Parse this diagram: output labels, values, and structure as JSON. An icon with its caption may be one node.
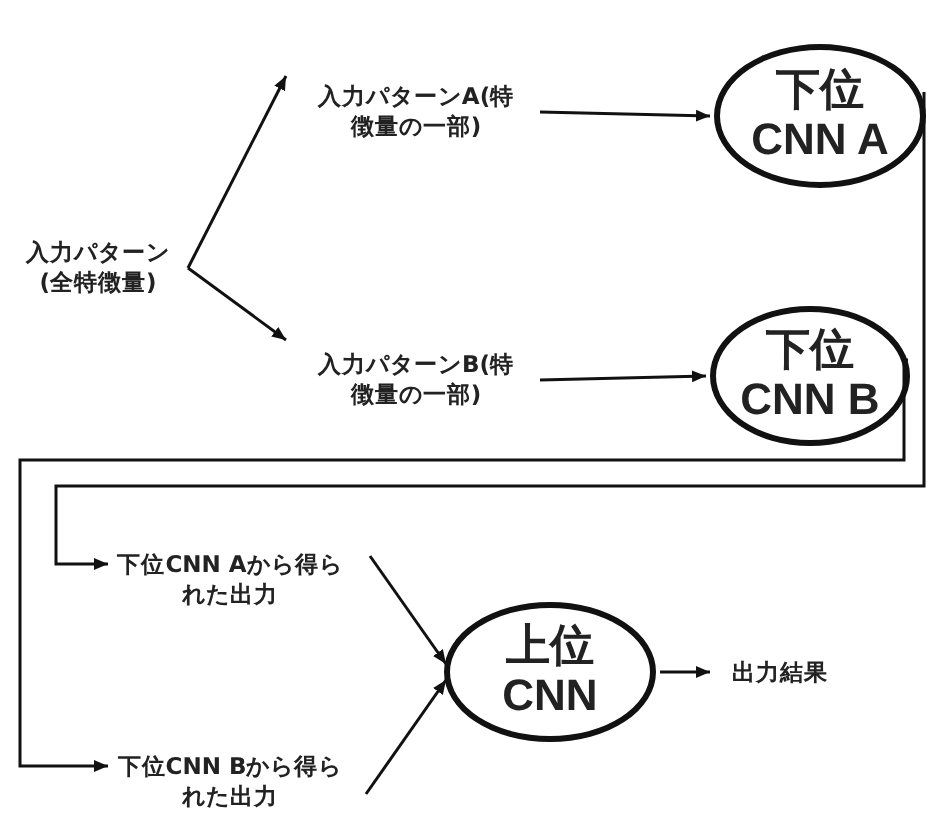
{
  "diagram": {
    "nodes": [
      {
        "text": [
          "入力パターン(全特徴量)"
        ]
      },
      {
        "text": [
          "入力パターンA(特徴量の一部)"
        ]
      },
      {
        "text": [
          "下位",
          "CNN A"
        ]
      },
      {
        "text": [
          "入力パターンB(特徴量の一部)"
        ]
      },
      {
        "text": [
          "下位",
          "CNN B"
        ]
      },
      {
        "text": [
          "下位CNN Aから得られた出力"
        ]
      },
      {
        "text": [
          "上位",
          "CNN"
        ]
      },
      {
        "text": [
          "出力結果"
        ]
      },
      {
        "text": [
          "下位CNN Bから得られた出力"
        ]
      }
    ],
    "edges": [
      {
        "from": 0,
        "to": 1,
        "arrow": "to"
      },
      {
        "from": 0,
        "to": 3,
        "arrow": "to"
      },
      {
        "from": 1,
        "to": 2,
        "arrow": "to"
      },
      {
        "from": 3,
        "to": 4,
        "arrow": "to"
      },
      {
        "from": 2,
        "to": 5,
        "arrow": "to"
      },
      {
        "from": 4,
        "to": 8,
        "arrow": "to"
      },
      {
        "from": 5,
        "to": 6,
        "arrow": "to"
      },
      {
        "from": 8,
        "to": 6,
        "arrow": "to"
      },
      {
        "from": 6,
        "to": 7,
        "arrow": "to"
      }
    ]
  }
}
